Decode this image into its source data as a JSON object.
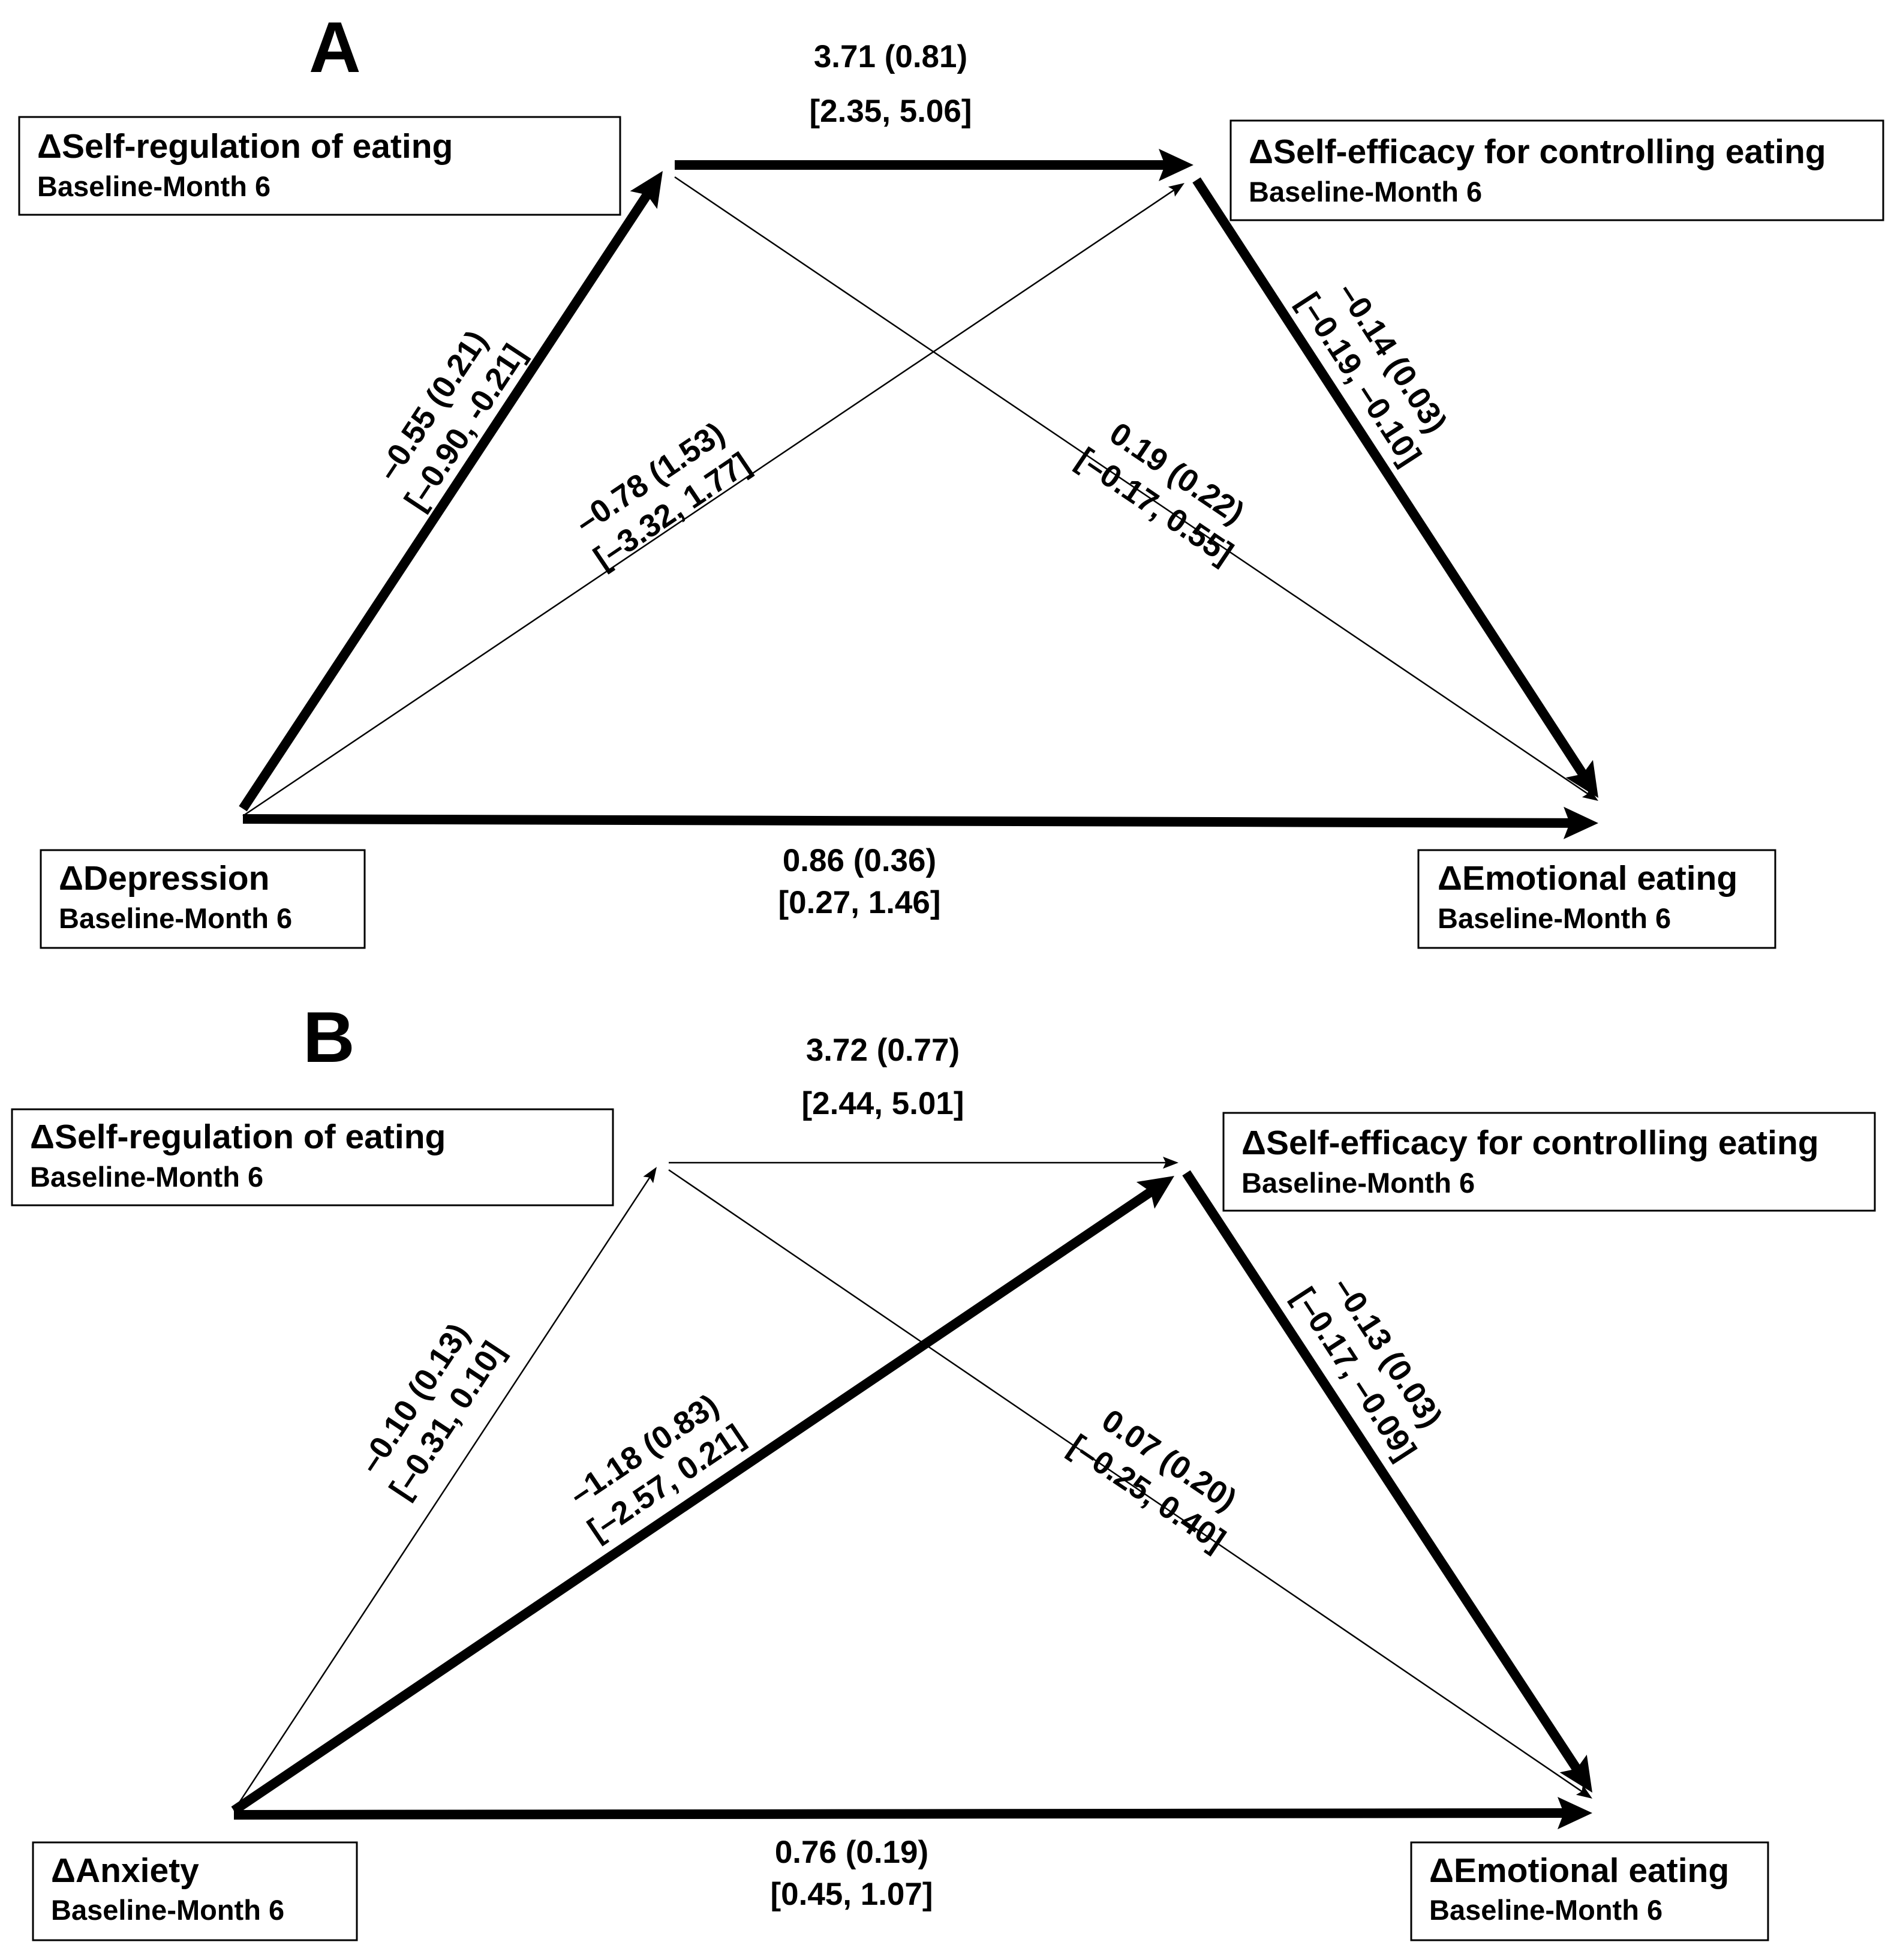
{
  "colors": {
    "line": "#000000",
    "background": "#ffffff",
    "box_border": "#000000"
  },
  "panels": [
    {
      "letter": "A",
      "nodes": {
        "mediator1": {
          "title": "ΔSelf-regulation of eating",
          "subtitle": "Baseline-Month 6"
        },
        "mediator2": {
          "title": "ΔSelf-efficacy for controlling eating",
          "subtitle": "Baseline-Month 6"
        },
        "predictor": {
          "title": "ΔDepression",
          "subtitle": "Baseline-Month 6"
        },
        "outcome": {
          "title": "ΔEmotional eating",
          "subtitle": "Baseline-Month 6"
        }
      },
      "paths": {
        "m1_to_m2": {
          "estimate": "3.71 (0.81)",
          "ci": "[2.35, 5.06]",
          "significant": true
        },
        "x_to_m1": {
          "estimate": "–0.55 (0.21)",
          "ci": "[–0.90, -0.21]",
          "significant": true
        },
        "x_to_m2": {
          "estimate": "–0.78 (1.53)",
          "ci": "[–3.32, 1.77]",
          "significant": false
        },
        "m1_to_y": {
          "estimate": "0.19 (0.22)",
          "ci": "[–0.17, 0.55]",
          "significant": false
        },
        "m2_to_y": {
          "estimate": "–0.14 (0.03)",
          "ci": "[–0.19, –0.10]",
          "significant": true
        },
        "x_to_y": {
          "estimate": "0.86 (0.36)",
          "ci": "[0.27, 1.46]",
          "significant": true
        }
      }
    },
    {
      "letter": "B",
      "nodes": {
        "mediator1": {
          "title": "ΔSelf-regulation of eating",
          "subtitle": "Baseline-Month 6"
        },
        "mediator2": {
          "title": "ΔSelf-efficacy for controlling eating",
          "subtitle": "Baseline-Month 6"
        },
        "predictor": {
          "title": "ΔAnxiety",
          "subtitle": "Baseline-Month 6"
        },
        "outcome": {
          "title": "ΔEmotional eating",
          "subtitle": "Baseline-Month 6"
        }
      },
      "paths": {
        "m1_to_m2": {
          "estimate": "3.72 (0.77)",
          "ci": "[2.44, 5.01]",
          "significant": false
        },
        "x_to_m1": {
          "estimate": "–0.10 (0.13)",
          "ci": "[–0.31, 0.10]",
          "significant": false
        },
        "x_to_m2": {
          "estimate": "–1.18 (0.83)",
          "ci": "[–2.57, 0.21]",
          "significant": true
        },
        "m1_to_y": {
          "estimate": "0.07 (0.20)",
          "ci": "[–0.25, 0.40]",
          "significant": false
        },
        "m2_to_y": {
          "estimate": "–0.13 (0.03)",
          "ci": "[–0.17, –0.09]",
          "significant": true
        },
        "x_to_y": {
          "estimate": "0.76 (0.19)",
          "ci": "[0.45, 1.07]",
          "significant": true
        }
      }
    }
  ]
}
